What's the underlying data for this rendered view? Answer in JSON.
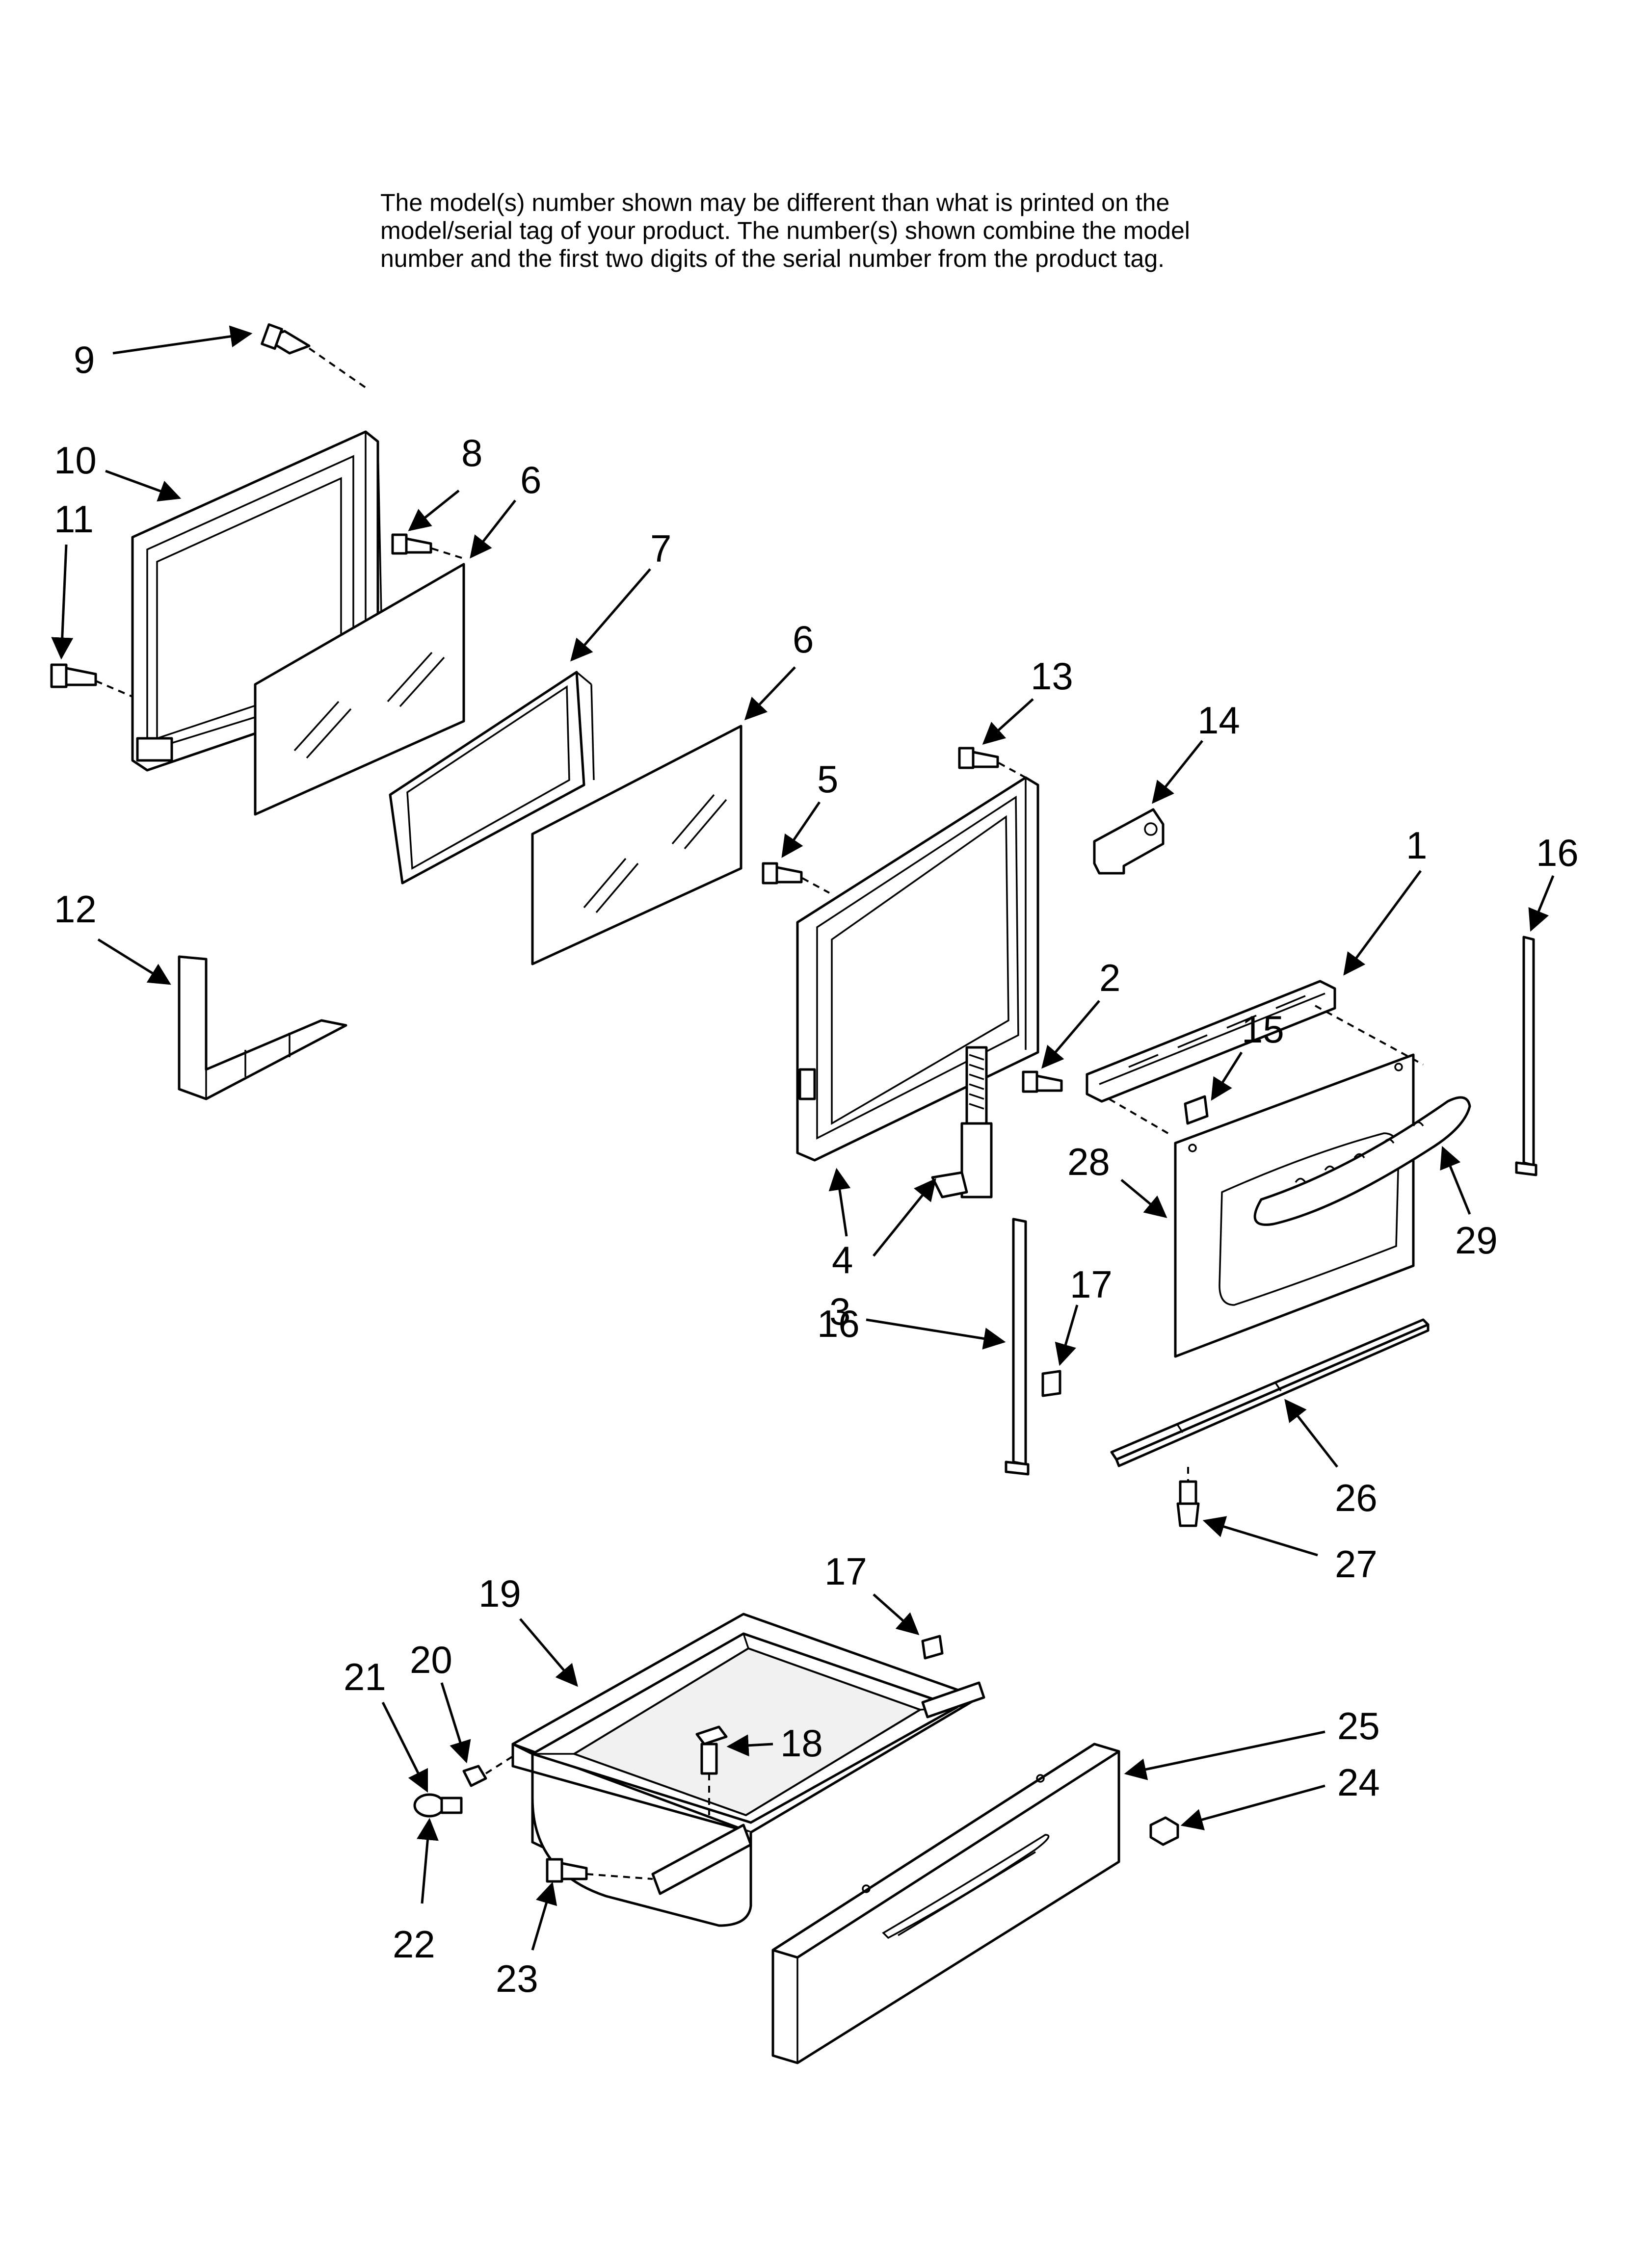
{
  "note": {
    "lines": [
      "The model(s) number shown may be different than what is printed on the",
      "model/serial tag of your product. The number(s) shown combine the model",
      "number and the first two digits of the serial number from the product tag."
    ]
  },
  "callouts": {
    "c1": "1",
    "c2": "2",
    "c3": "3",
    "c4": "4",
    "c5": "5",
    "c6a": "6",
    "c6b": "6",
    "c7": "7",
    "c8": "8",
    "c9": "9",
    "c10": "10",
    "c11": "11",
    "c12": "12",
    "c13": "13",
    "c14": "14",
    "c15": "15",
    "c16a": "16",
    "c16b": "16",
    "c17a": "17",
    "c17b": "17",
    "c18": "18",
    "c19": "19",
    "c20": "20",
    "c21": "21",
    "c22": "22",
    "c23": "23",
    "c24": "24",
    "c25": "25",
    "c26": "26",
    "c27": "27",
    "c28": "28",
    "c29": "29"
  }
}
